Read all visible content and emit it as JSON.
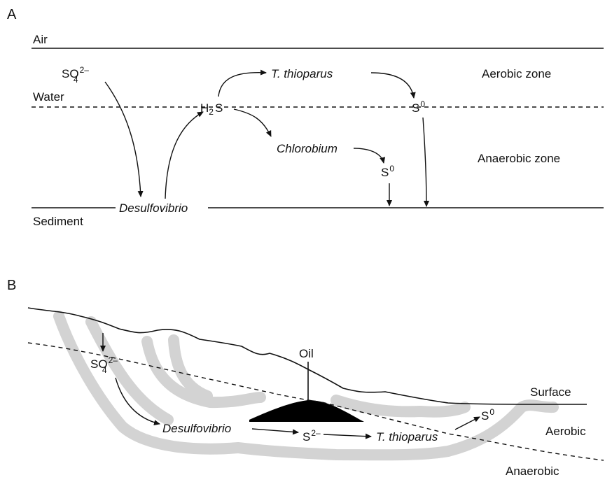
{
  "panel_a": {
    "label": "A",
    "air": "Air",
    "water": "Water",
    "sediment": "Sediment",
    "aerobic_zone": "Aerobic zone",
    "anaerobic_zone": "Anaerobic zone",
    "sulfate": "SO",
    "sulfate_sub": "4",
    "sulfate_sup": "2–",
    "h2s_h": "H",
    "h2s_sub": "2",
    "h2s_s": "S",
    "thioparus": "T. thioparus",
    "chlorobium": "Chlorobium",
    "desulfovibrio": "Desulfovibrio",
    "s0": "S",
    "s0_sup": "0"
  },
  "panel_b": {
    "label": "B",
    "oil": "Oil",
    "surface": "Surface",
    "aerobic": "Aerobic",
    "anaerobic": "Anaerobic",
    "sulfate": "SO",
    "sulfate_sub": "4",
    "sulfate_sup": "2–",
    "desulfovibrio": "Desulfovibrio",
    "sulfide": "S",
    "sulfide_sup": "2–",
    "thioparus": "T. thioparus",
    "s0": "S",
    "s0_sup": "0"
  }
}
